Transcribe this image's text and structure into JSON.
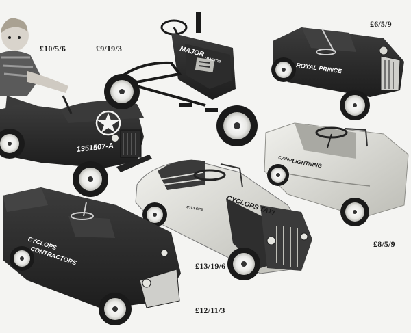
{
  "prices": {
    "jeep": "£10/5/6",
    "tractor": "£9/19/3",
    "royal_prince": "£6/5/9",
    "lightning": "£8/5/9",
    "taxi": "£13/19/6",
    "contractors": "£12/11/3"
  },
  "decals": {
    "jeep_number": "1351507-A",
    "tractor_name": "MAJOR",
    "tractor_small": "TRACTOR",
    "royal_prince": "ROYAL PRINCE",
    "lightning_script": "Cyclops",
    "lightning_name": "LIGHTNING",
    "taxi": "CYCLOPS TAXI",
    "taxi_small": "CYCLOPS",
    "contractors_line1": "CYCLOPS",
    "contractors_line2": "CONTRACTORS"
  },
  "colors": {
    "paper": "#f4f4f2",
    "body_dark": "#2a2a2a",
    "body_light": "#dcdcd8",
    "tyre": "#1a1a1a",
    "hub": "#f7f7f7"
  },
  "icons": {
    "star": "white-star-emblem"
  }
}
